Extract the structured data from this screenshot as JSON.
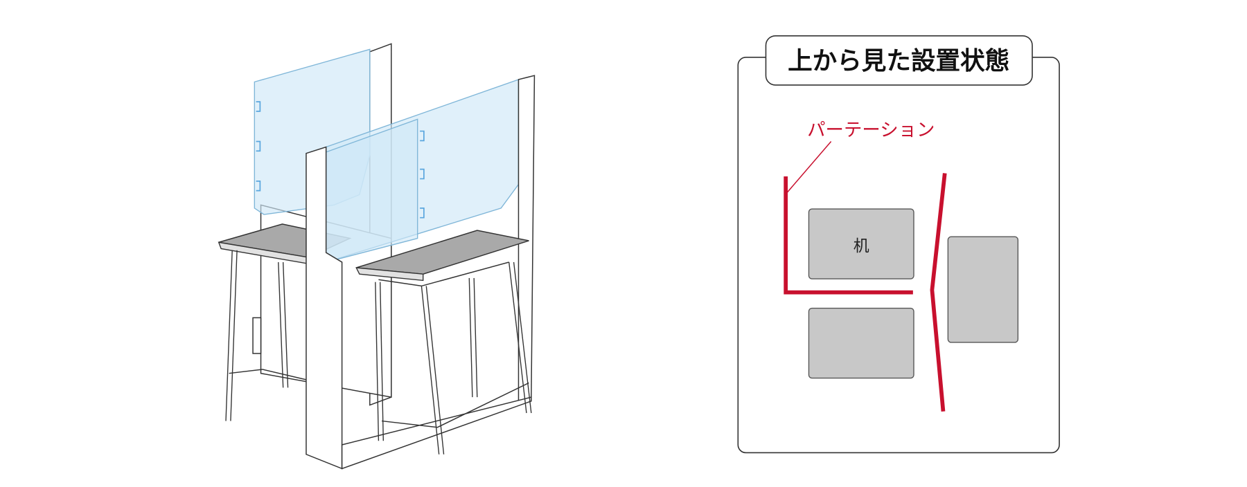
{
  "title": "上から見た設置状態",
  "partition_label": "パーテーション",
  "desk_label": "机",
  "colors": {
    "partition": "#c8102e",
    "desk_fill": "#c8c8c8",
    "glass": "#cfe8f7",
    "outline": "#333333"
  }
}
